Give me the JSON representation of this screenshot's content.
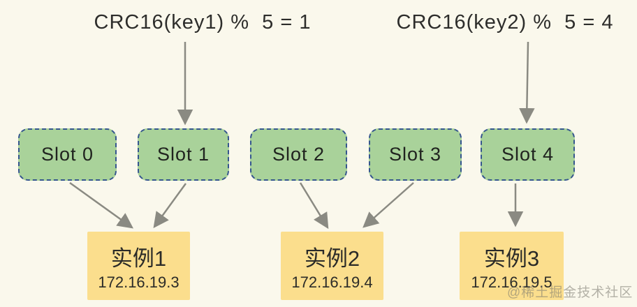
{
  "diagram": {
    "topic": "redis-hash-slot-mapping",
    "background_color": "#faf8ec",
    "slot_fill_color": "#a9d29a",
    "slot_border_color": "#35568e",
    "instance_fill_color": "#fbde8d",
    "arrow_color": "#8a8a82",
    "text_color": "#2d2d2b"
  },
  "formulas": [
    {
      "text": "CRC16(key1) %  5 = 1"
    },
    {
      "text": "CRC16(key2) %  5 = 4"
    }
  ],
  "slots": [
    {
      "label": "Slot 0"
    },
    {
      "label": "Slot 1"
    },
    {
      "label": "Slot 2"
    },
    {
      "label": "Slot 3"
    },
    {
      "label": "Slot 4"
    }
  ],
  "instances": [
    {
      "name": "实例1",
      "ip": "172.16.19.3"
    },
    {
      "name": "实例2",
      "ip": "172.16.19.4"
    },
    {
      "name": "实例3",
      "ip": "172.16.19.5"
    }
  ],
  "edges": [
    {
      "from": "formula-key1",
      "to": "slot-1"
    },
    {
      "from": "formula-key2",
      "to": "slot-4"
    },
    {
      "from": "slot-0",
      "to": "instance-1"
    },
    {
      "from": "slot-1",
      "to": "instance-1"
    },
    {
      "from": "slot-2",
      "to": "instance-2"
    },
    {
      "from": "slot-3",
      "to": "instance-2"
    },
    {
      "from": "slot-4",
      "to": "instance-3"
    }
  ],
  "watermark": "@稀土掘金技术社区"
}
